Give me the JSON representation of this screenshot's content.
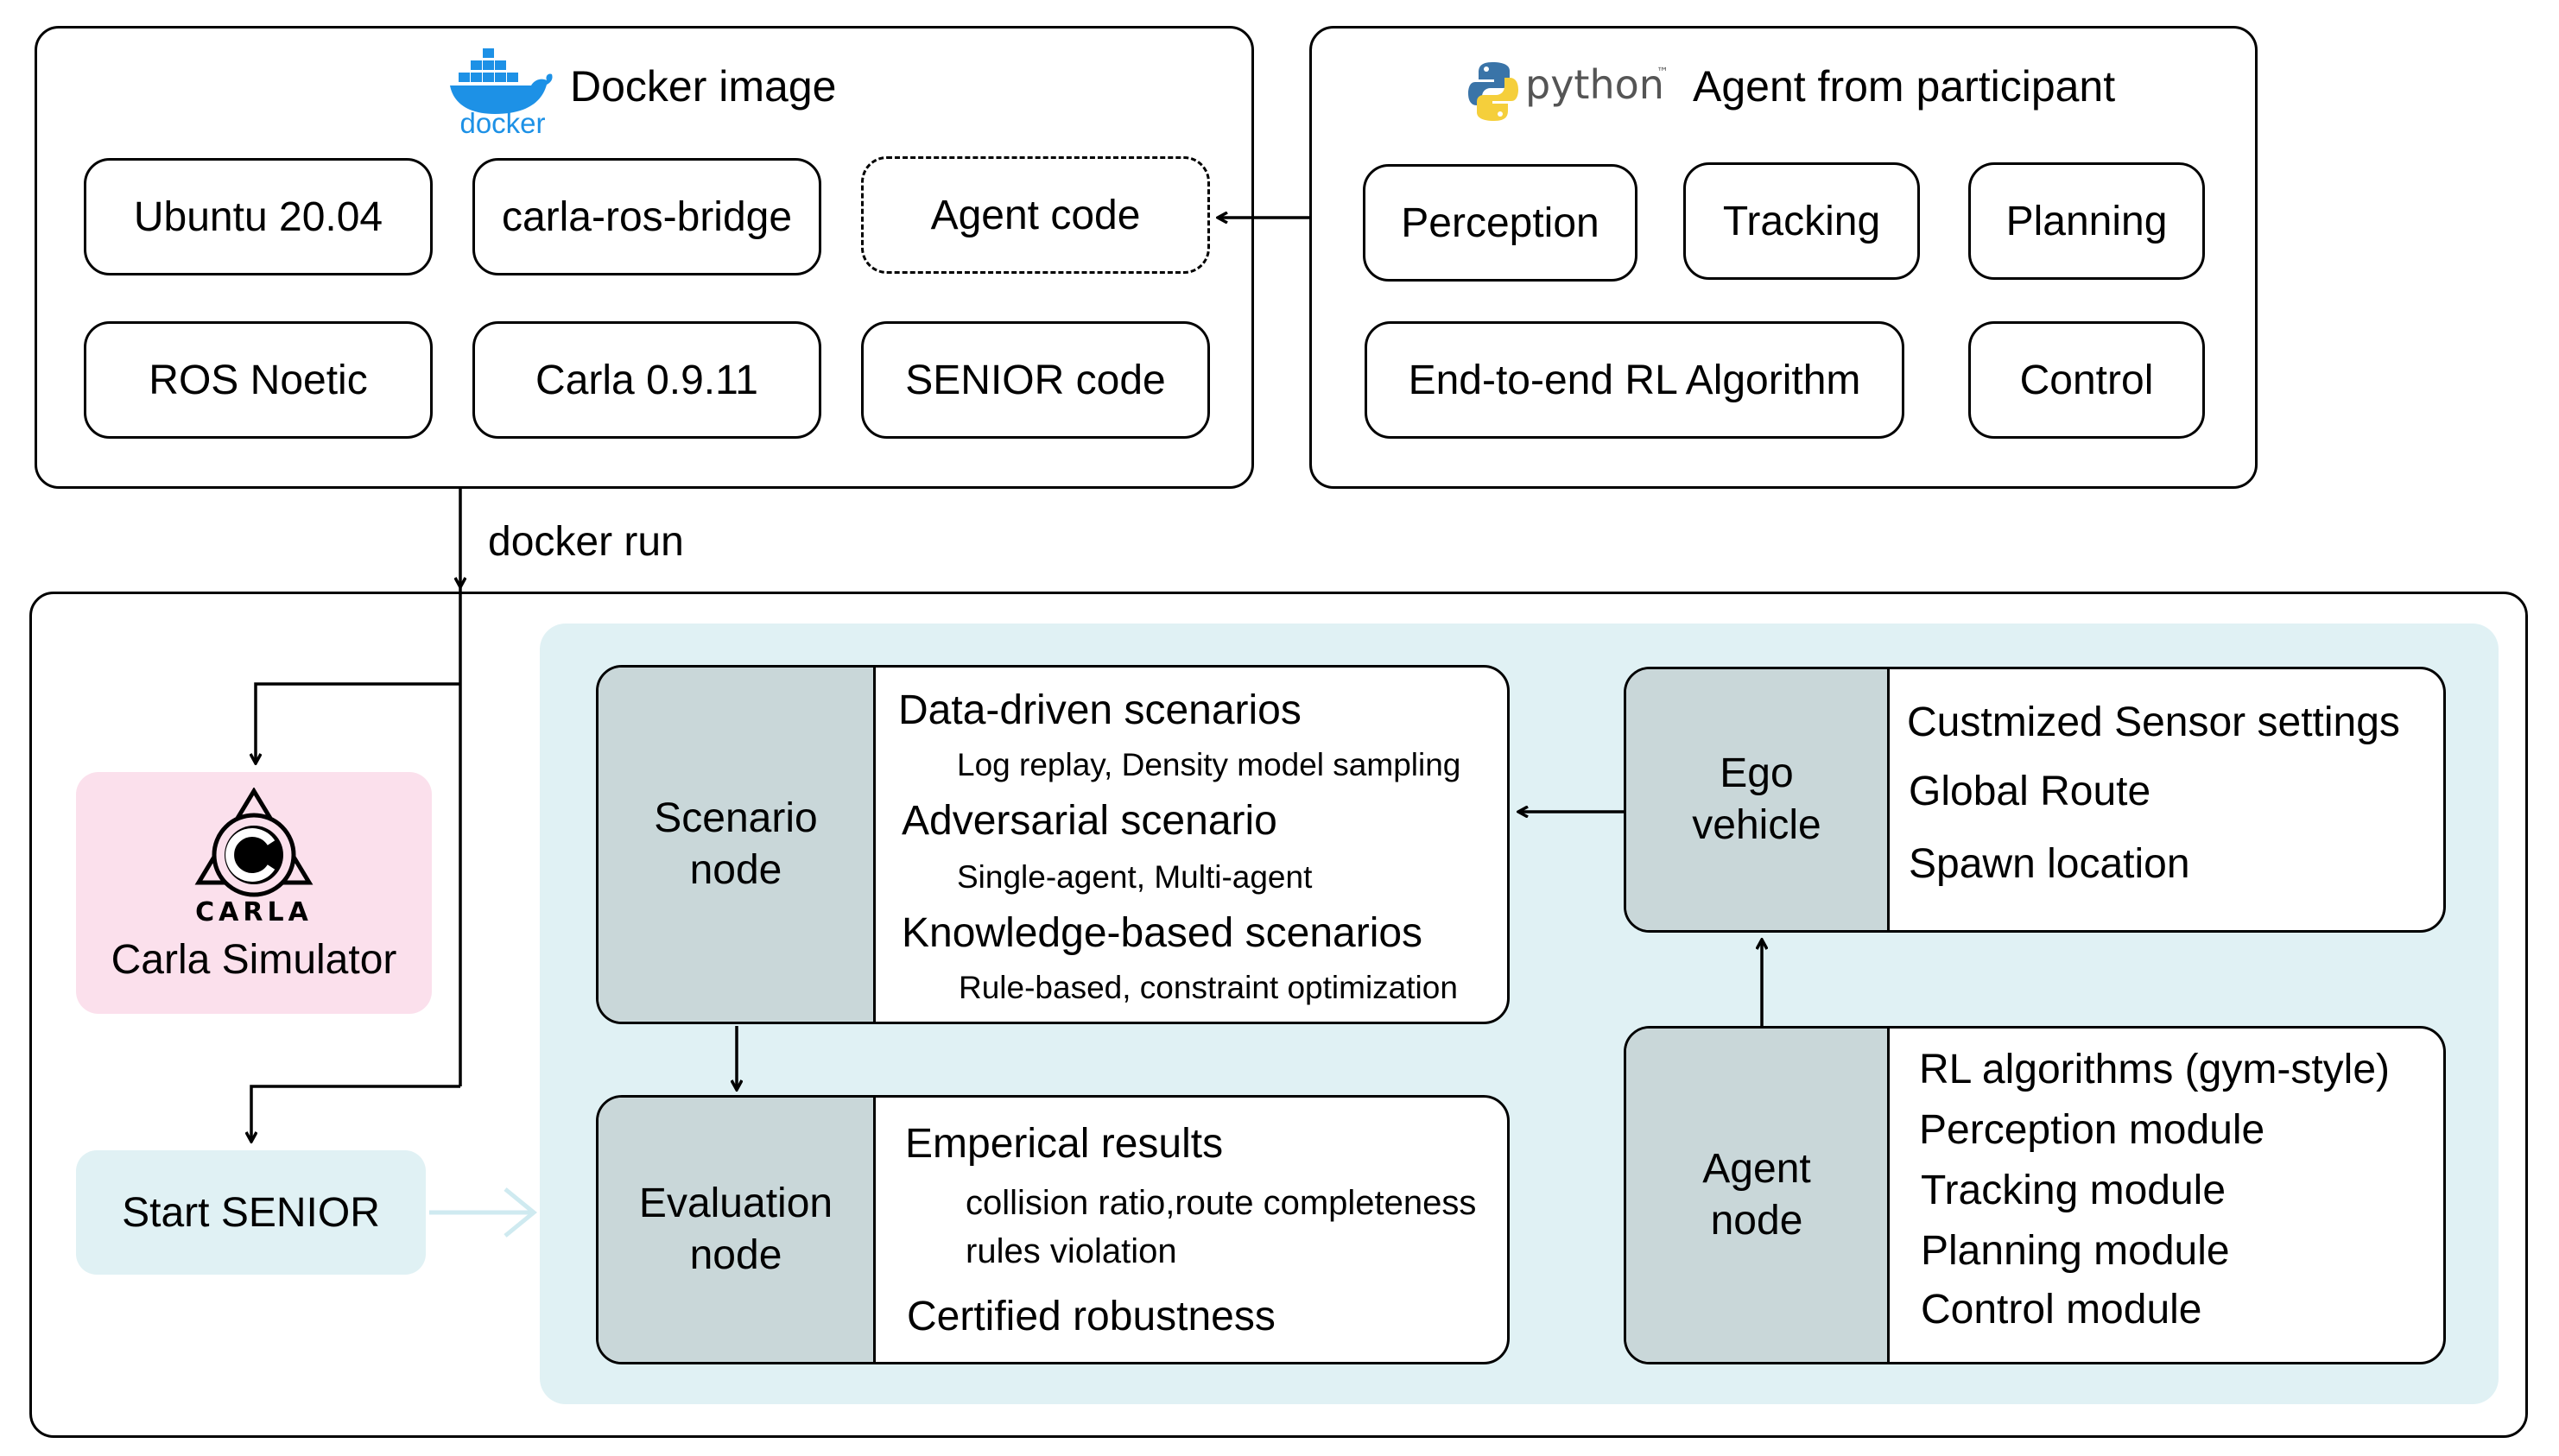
{
  "docker_panel": {
    "logo_text": "docker",
    "title": "Docker image",
    "items": [
      "Ubuntu 20.04",
      "carla-ros-bridge",
      "Agent code",
      "ROS Noetic",
      "Carla 0.9.11",
      "SENIOR code"
    ]
  },
  "python_panel": {
    "logo_text": "python",
    "logo_tm": "™",
    "title": "Agent from participant",
    "items": [
      "Perception",
      "Tracking",
      "Planning",
      "End-to-end RL Algorithm",
      "Control"
    ]
  },
  "docker_run_label": "docker run",
  "carla": {
    "logo_text": "CARLA",
    "label": "Carla Simulator"
  },
  "start_senior": "Start SENIOR",
  "scenario_node": {
    "head": [
      "Scenario",
      "node"
    ],
    "lines": [
      "Data-driven scenarios",
      "Log replay, Density model sampling",
      "Adversarial scenario",
      "Single-agent, Multi-agent",
      "Knowledge-based scenarios",
      "Rule-based, constraint optimization"
    ]
  },
  "evaluation_node": {
    "head": [
      "Evaluation",
      "node"
    ],
    "lines": [
      "Emperical results",
      "collision ratio,route completeness",
      "rules violation",
      "Certified robustness"
    ]
  },
  "ego_node": {
    "head": [
      "Ego",
      "vehicle"
    ],
    "lines": [
      "Custmized Sensor settings",
      "Global Route",
      "Spawn location"
    ]
  },
  "agent_node": {
    "head": [
      "Agent",
      "node"
    ],
    "lines": [
      "RL algorithms (gym-style)",
      "Perception module",
      "Tracking module",
      "Planning module",
      "Control module"
    ]
  },
  "colors": {
    "stroke": "#000000",
    "node_head": "#c9d7d9",
    "main_panel": "#e0f1f4",
    "carla_box": "#fbe0ec",
    "start_box": "#e0f1f4",
    "start_arrow": "#cfeaf0",
    "docker_blue": "#1d91e6",
    "python_blue": "#3a74a8",
    "python_yellow": "#f5cf3b"
  }
}
